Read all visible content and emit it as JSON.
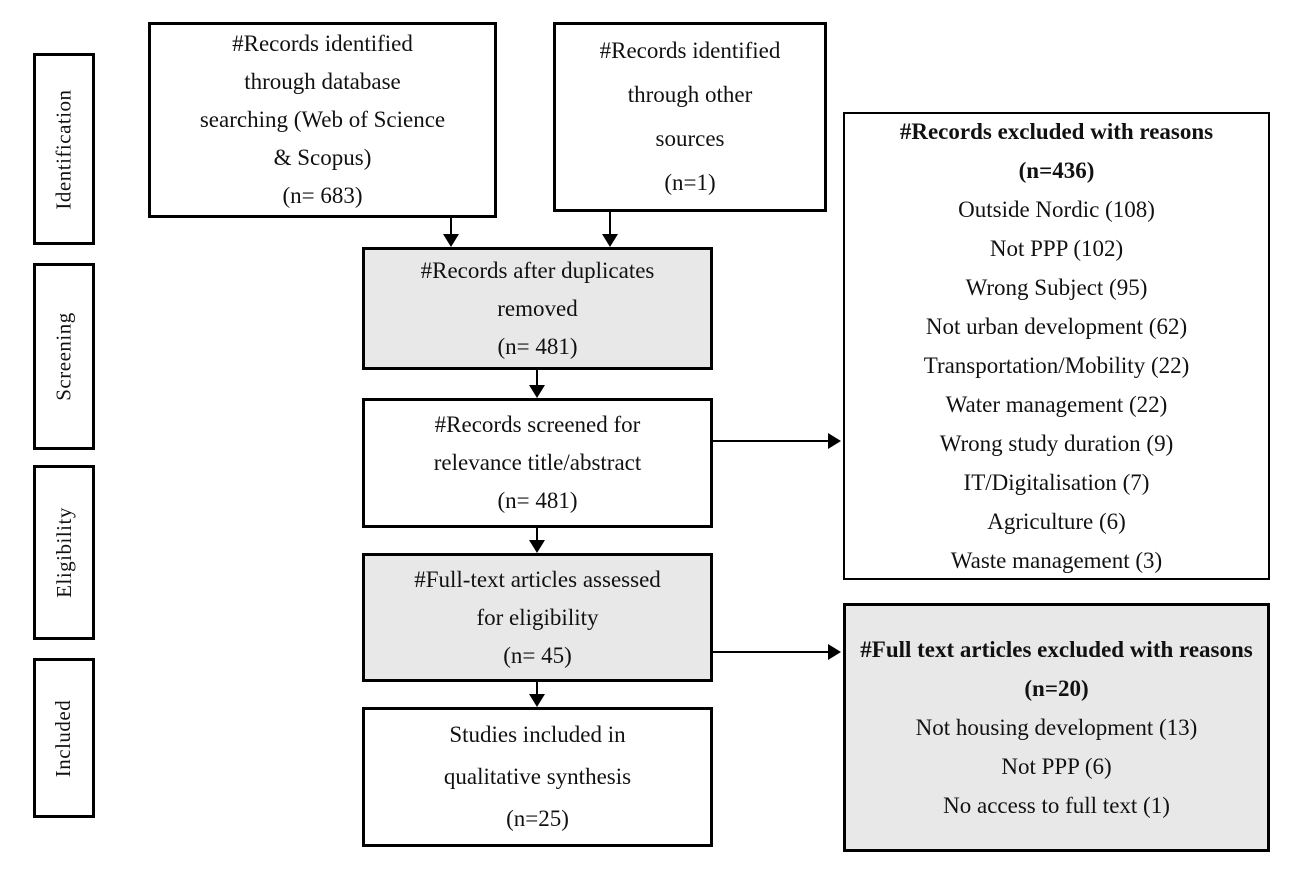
{
  "diagram": {
    "stages": [
      {
        "label": "Identification"
      },
      {
        "label": "Screening"
      },
      {
        "label": "Eligibility"
      },
      {
        "label": "Included"
      }
    ],
    "boxes": {
      "db_search": {
        "lines": [
          "#Records identified",
          "through database",
          "searching (Web of Science",
          "& Scopus)",
          "(n= 683)"
        ]
      },
      "other_sources": {
        "lines": [
          "#Records identified",
          "through other",
          "sources",
          "(n=1)"
        ]
      },
      "duplicates_removed": {
        "lines": [
          "#Records after duplicates",
          "removed",
          "(n= 481)"
        ]
      },
      "screened": {
        "lines": [
          "#Records screened for",
          "relevance title/abstract",
          "(n= 481)"
        ]
      },
      "fulltext_assessed": {
        "lines": [
          "#Full-text articles assessed",
          "for eligibility",
          "(n= 45)"
        ]
      },
      "included_studies": {
        "lines": [
          "Studies included in",
          "qualitative synthesis",
          "(n=25)"
        ]
      },
      "records_excluded": {
        "title": "#Records excluded with reasons",
        "count": "(n=436)",
        "reasons": [
          "Outside Nordic (108)",
          "Not PPP (102)",
          "Wrong Subject (95)",
          "Not urban development (62)",
          "Transportation/Mobility (22)",
          "Water management (22)",
          "Wrong study duration (9)",
          "IT/Digitalisation (7)",
          "Agriculture (6)",
          "Waste management (3)"
        ]
      },
      "fulltext_excluded": {
        "title": "#Full text articles excluded with reasons",
        "count": "(n=20)",
        "reasons": [
          "Not housing development (13)",
          "Not PPP (6)",
          "No access to full text (1)"
        ]
      }
    },
    "colors": {
      "border": "#000000",
      "gray_fill": "#e8e8e8",
      "white_fill": "#ffffff"
    }
  }
}
